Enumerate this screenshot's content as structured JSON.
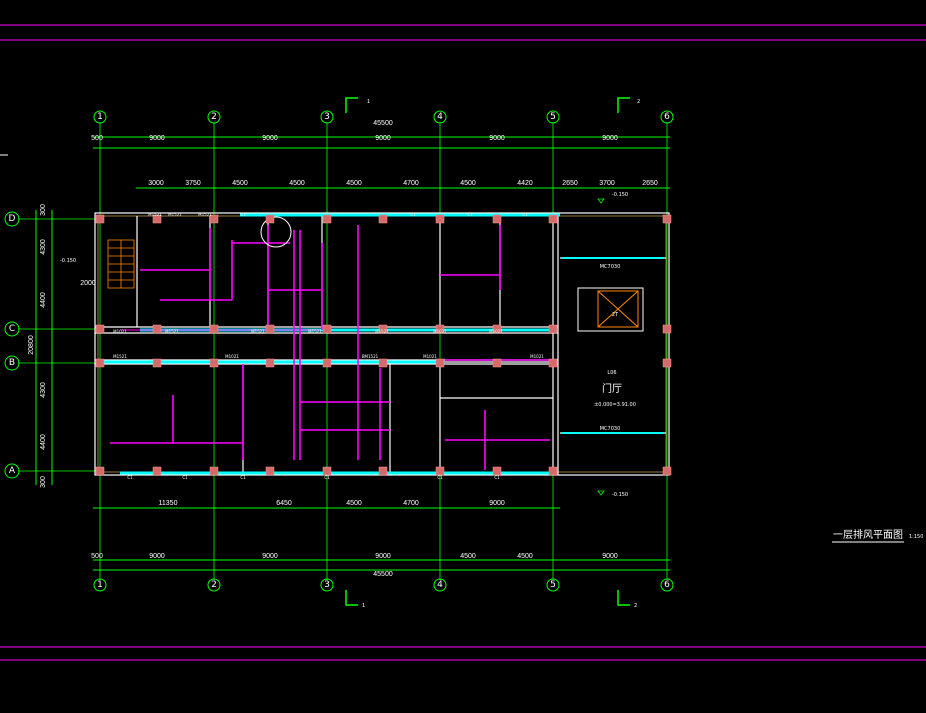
{
  "drawing": {
    "title": "一层排风平面图",
    "scale": "1:150",
    "colors": {
      "background": "#000000",
      "grid": "#00ff00",
      "wall": "#ffffff",
      "window": "#00ffff",
      "duct": "#ff00ff",
      "column": "#d46a6a",
      "frame": "#ff00ff",
      "stair": "#ff8800"
    }
  },
  "axes": {
    "columns": [
      "1",
      "2",
      "3",
      "4",
      "5",
      "6"
    ],
    "rows": [
      "D",
      "C",
      "B",
      "A"
    ]
  },
  "dimensions": {
    "top_overall": "45500",
    "top_grid": [
      "500",
      "9000",
      "9000",
      "9000",
      "9000",
      "9000"
    ],
    "top_detail": [
      "3000",
      "3750",
      "4500",
      "4500",
      "4500",
      "4700",
      "4500",
      "4420",
      "2650",
      "3700",
      "2650"
    ],
    "bottom_detail": [
      "11350",
      "6450",
      "4500",
      "4700",
      "9000"
    ],
    "bottom_grid": [
      "500",
      "9000",
      "9000",
      "9000",
      "4500",
      "4500",
      "9000"
    ],
    "bottom_overall": "45500",
    "left_detail": [
      "300",
      "4300",
      "4400",
      "2000",
      "4300",
      "4400",
      "300"
    ],
    "left_overall": "20800"
  },
  "sections": {
    "top_left": "1",
    "top_right": "2",
    "bottom_left": "1",
    "bottom_right": "2"
  },
  "levels": {
    "left": "-0.150",
    "top_right": "-0.150",
    "bottom_right": "-0.150",
    "lobby": "±0.000=3.91.00"
  },
  "rooms": {
    "lobby": "门厅",
    "lobby_code": "L06",
    "elevator": "2T"
  },
  "labels": {
    "doors": [
      "M1521",
      "M1521",
      "M1521",
      "M1021",
      "M1521",
      "M1521",
      "M1521",
      "M1521",
      "M1021",
      "M1021",
      "M1521",
      "M1021",
      "BM1521",
      "M1021",
      "M1021"
    ],
    "windows": [
      "C1",
      "C1",
      "C1",
      "C1",
      "C1",
      "C1",
      "C1",
      "C1",
      "C1",
      "C1"
    ],
    "mc": [
      "MC7030",
      "MC7030"
    ]
  }
}
